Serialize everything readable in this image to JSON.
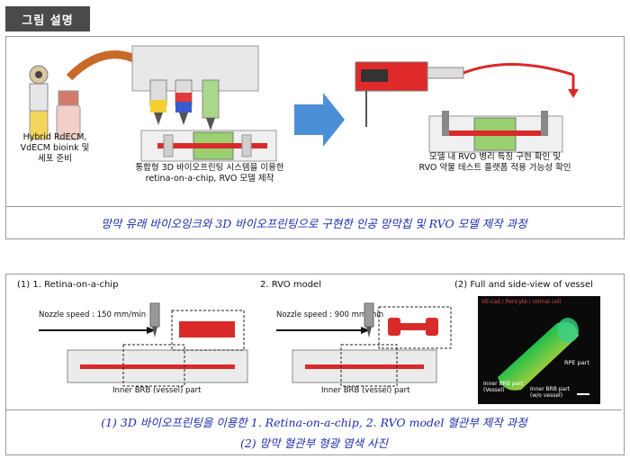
{
  "tab_label": "그림 설명",
  "top": {
    "left_label": [
      "Hybrid RdECM,",
      "VdECM bioink 및",
      "세포 준비"
    ],
    "middle_label": [
      "통합형 3D 바이오프린팅 시스템을 이용한",
      "retina-on-a-chip, RVO 모델 제작"
    ],
    "right_label": [
      "모델 내 RVO 병리 특징 구현 확인 및",
      "RVO 약물 테스트 플랫폼 적용 가능성 확인"
    ],
    "caption": "망막 유래 바이오잉크와 3D 바이오프린팅으로 구현한 인공 망막칩 및 RVO 모델 제작 과정"
  },
  "bottom": {
    "sub1_title": "(1) 1. Retina-on-a-chip",
    "sub2_title": "2. RVO model",
    "sub3_title": "(2) Full and side-view of vessel",
    "nozzle1": "Nozzle speed : 150 mm/min",
    "nozzle2": "Nozzle speed : 900 mm/min",
    "part1": "Inner BRB (vessel) part",
    "part2": "Inner BRB (vessel) part",
    "vessel_legend": "VE-cad / Pericyte / retinal cell",
    "vessel_rpe": "RPE part",
    "vessel_inner1": "Inner BRB part (Vessel)",
    "vessel_inner2": "Inner BRB part (w/o vessel)",
    "caption_line1": "(1) 3D 바이오프린팅을 이용한 1. Retina-on-a-chip, 2. RVO model 혈관부 제작 과정",
    "caption_line2": "(2) 망막 혈관부 형광 염색 사진"
  },
  "colors": {
    "caption": "#1f2db0",
    "vessel_red": "#d92a2a",
    "arrow_blue": "#4b8fd6",
    "arrow_brown": "#c8692a",
    "gel_green": "#9ad06f"
  }
}
